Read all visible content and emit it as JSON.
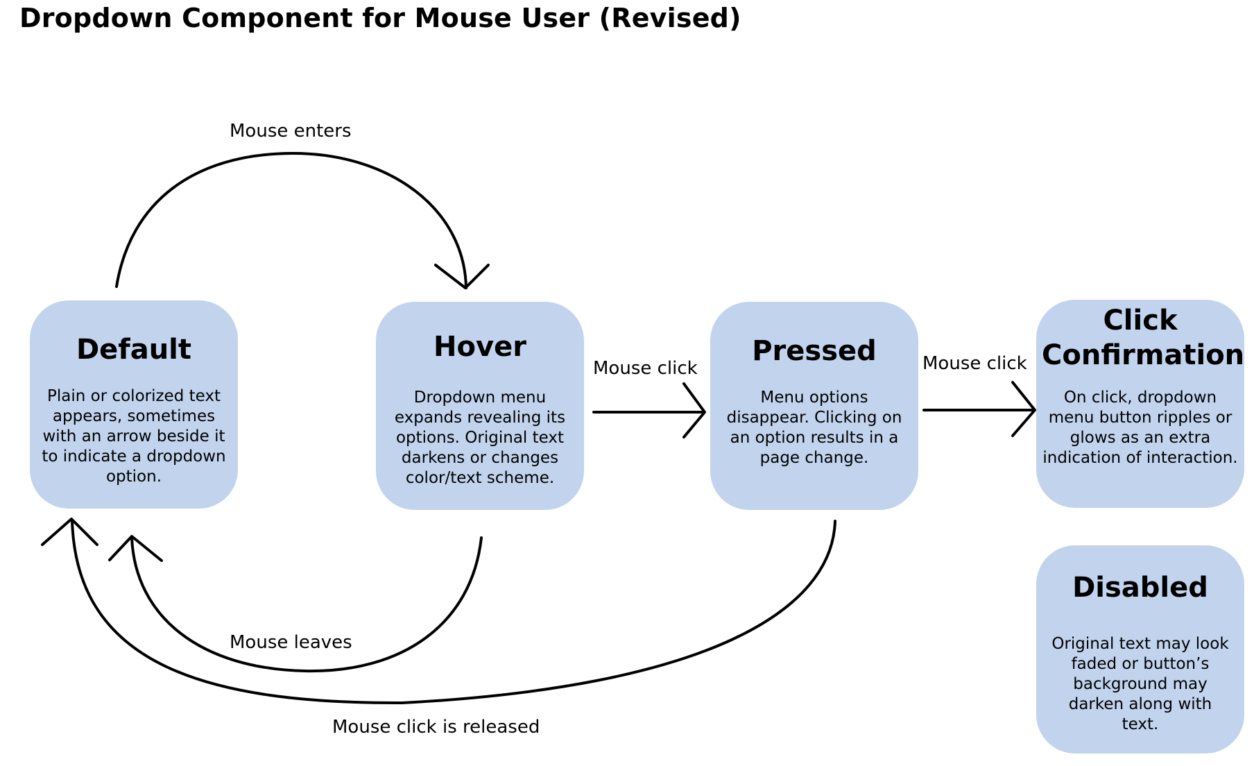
{
  "title": "Dropdown Component for Mouse User (Revised)",
  "colors": {
    "node_fill": "#c2d3ed",
    "stroke": "#000000",
    "text": "#000000"
  },
  "nodes": {
    "default": {
      "title": "Default",
      "description": "Plain or colorized text appears, sometimes with an arrow beside it to indicate a dropdown option."
    },
    "hover": {
      "title": "Hover",
      "description": "Dropdown menu expands revealing its options. Original text darkens or changes color/text scheme."
    },
    "pressed": {
      "title": "Pressed",
      "description": "Menu options disappear. Clicking on an option results in a page change."
    },
    "click_confirmation": {
      "title": "Click Confirmation",
      "description": "On click, dropdown menu button ripples or glows as an extra indication of interaction."
    },
    "disabled": {
      "title": "Disabled",
      "description": "Original text may look faded or button’s background may darken along with text."
    }
  },
  "edges": {
    "mouse_enters": "Mouse enters",
    "hover_click": "Mouse click",
    "pressed_click": "Mouse click",
    "mouse_leaves": "Mouse leaves",
    "click_released": "Mouse click is released"
  }
}
